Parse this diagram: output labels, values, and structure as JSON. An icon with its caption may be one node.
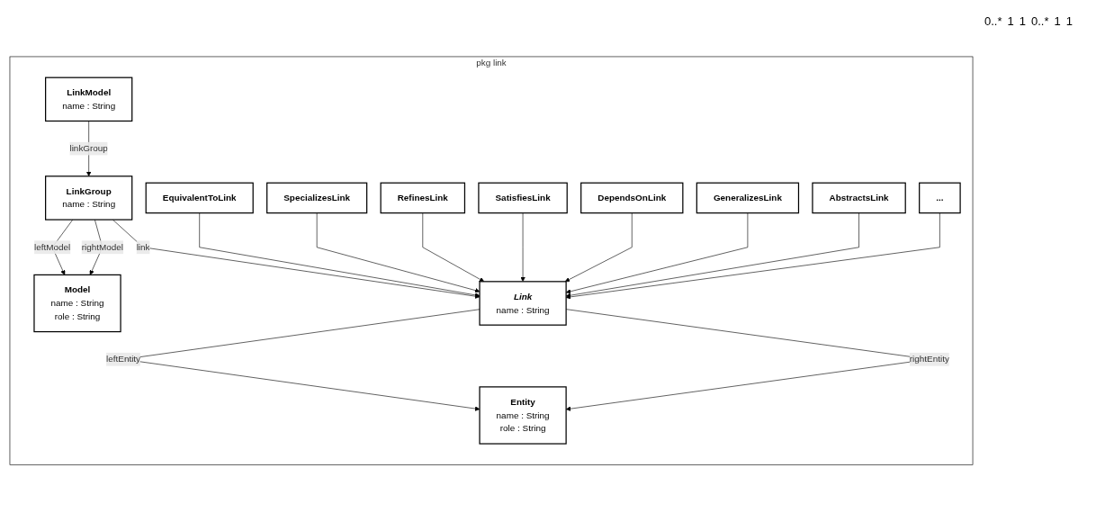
{
  "diagram": {
    "nodes": [
      {
        "text": [
          "pkg link"
        ]
      },
      {
        "text": [
          "LinkModel",
          "name : String"
        ],
        "in": 0
      },
      {
        "text": [
          "LinkGroup",
          "name : String"
        ],
        "in": 0
      },
      {
        "text": [
          "Model",
          "name : String",
          "role : String"
        ],
        "in": 0
      },
      {
        "text": [
          "Link",
          "name : String"
        ],
        "in": 0
      },
      {
        "text": [
          "Entity",
          "name : String",
          "role : String"
        ],
        "in": 0
      },
      {
        "text": [
          "EquivalentToLink"
        ],
        "in": 0
      },
      {
        "text": [
          "SpecializesLink"
        ],
        "in": 0
      },
      {
        "text": [
          "RefinesLink"
        ],
        "in": 0
      },
      {
        "text": [
          "SatisfiesLink"
        ],
        "in": 0
      },
      {
        "text": [
          "DependsOnLink"
        ],
        "in": 0
      },
      {
        "text": [
          "GeneralizesLink"
        ],
        "in": 0
      },
      {
        "text": [
          "AbstractsLink"
        ],
        "in": 0
      },
      {
        "text": [
          "..."
        ],
        "in": 0
      }
    ],
    "edges": [
      {
        "from": 1,
        "to": 2,
        "arrow": "to",
        "label": "linkGroup"
      },
      {
        "from": 2,
        "to": 3,
        "arrow": "to",
        "label": "leftModel"
      },
      {
        "from": 2,
        "to": 3,
        "arrow": "to",
        "label": "rightModel"
      },
      {
        "from": 2,
        "to": 4,
        "arrow": "to",
        "label": "link"
      },
      {
        "from": 4,
        "to": 5,
        "arrow": "to",
        "label": "leftEntity"
      },
      {
        "from": 4,
        "to": 5,
        "arrow": "to",
        "label": "rightEntity"
      },
      {
        "from": 6,
        "to": 4,
        "arrow": "to"
      },
      {
        "from": 7,
        "to": 4,
        "arrow": "to"
      },
      {
        "from": 8,
        "to": 4,
        "arrow": "to"
      },
      {
        "from": 9,
        "to": 4,
        "arrow": "to"
      },
      {
        "from": 10,
        "to": 4,
        "arrow": "to"
      },
      {
        "from": 11,
        "to": 4,
        "arrow": "to"
      },
      {
        "from": 12,
        "to": 4,
        "arrow": "to"
      },
      {
        "from": 13,
        "to": 4,
        "arrow": "to"
      }
    ],
    "labels": [
      "0..*",
      "1",
      "1",
      "0..*",
      "1",
      "1"
    ]
  }
}
